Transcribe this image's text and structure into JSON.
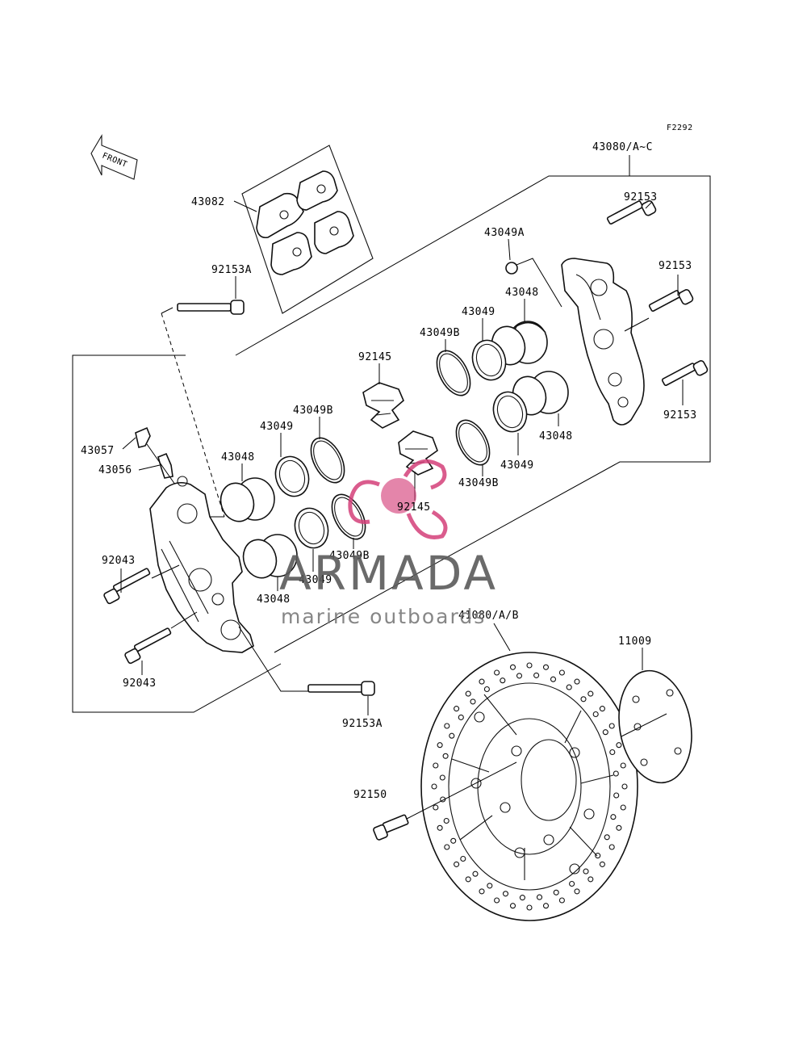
{
  "figure_code": "F2292",
  "front_label": "FRONT",
  "watermark": {
    "brand": "ARMADA",
    "tagline": "marine outboards",
    "logo_color": "#d4407a"
  },
  "labels": {
    "l43080": "43080/A~C",
    "l92153_a": "92153",
    "l92153_b": "92153",
    "l92153_c": "92153",
    "l43049A": "43049A",
    "l43048_r1": "43048",
    "l43049_r1": "43049",
    "l43049B_r1": "43049B",
    "l92145_top": "92145",
    "l43082": "43082",
    "l92153A_top": "92153A",
    "l43049B_l1": "43049B",
    "l43049_l1": "43049",
    "l43057": "43057",
    "l43056": "43056",
    "l43048_l1": "43048",
    "l43048_r2": "43048",
    "l43049_r2": "43049",
    "l43049B_r2": "43049B",
    "l92145_mid": "92145",
    "l92043_top": "92043",
    "l43049B_l2": "43049B",
    "l43049_l2": "43049",
    "l43048_l2": "43048",
    "l41080": "41080/A/B",
    "l92043_bot": "92043",
    "l11009": "11009",
    "l92153A_bot": "92153A",
    "l92150": "92150"
  }
}
